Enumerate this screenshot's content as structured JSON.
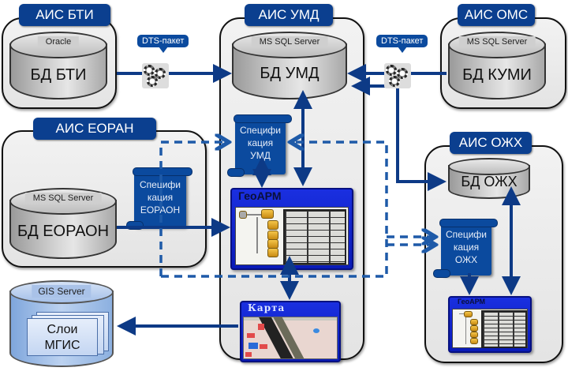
{
  "systems": {
    "bti": {
      "title": "АИС БТИ",
      "db_server": "Oracle",
      "db_label": "БД БТИ"
    },
    "umd": {
      "title": "АИС УМД",
      "db_server": "MS SQL Server",
      "db_label": "БД УМД",
      "spec": [
        "Специфи",
        "кация",
        "УМД"
      ],
      "georm_title": "ГеоАРМ",
      "map_title": "Карта"
    },
    "oms": {
      "title": "АИС ОМС",
      "db_server": "MS SQL Server",
      "db_label": "БД КУМИ"
    },
    "eoran": {
      "title": "АИС ЕОРАН",
      "db_server": "MS SQL Server",
      "db_label": "БД ЕОРАОН",
      "spec": [
        "Специфи",
        "кация",
        "ЕОРАОН"
      ]
    },
    "ozh": {
      "title": "АИС ОЖХ",
      "db_label": "БД ОЖХ",
      "spec": [
        "Специфи",
        "кация",
        "ОЖХ"
      ],
      "georm_title": "ГеоАРМ"
    }
  },
  "gis": {
    "server": "GIS Server",
    "layers": [
      "Слои",
      "МГИС"
    ]
  },
  "dts": {
    "left_label": "DTS-пакет",
    "right_label": "DTS-пакет"
  },
  "colors": {
    "primary": "#0b3f8f",
    "connector": "#0d3a86",
    "system_bg": "#e8e8e8"
  }
}
